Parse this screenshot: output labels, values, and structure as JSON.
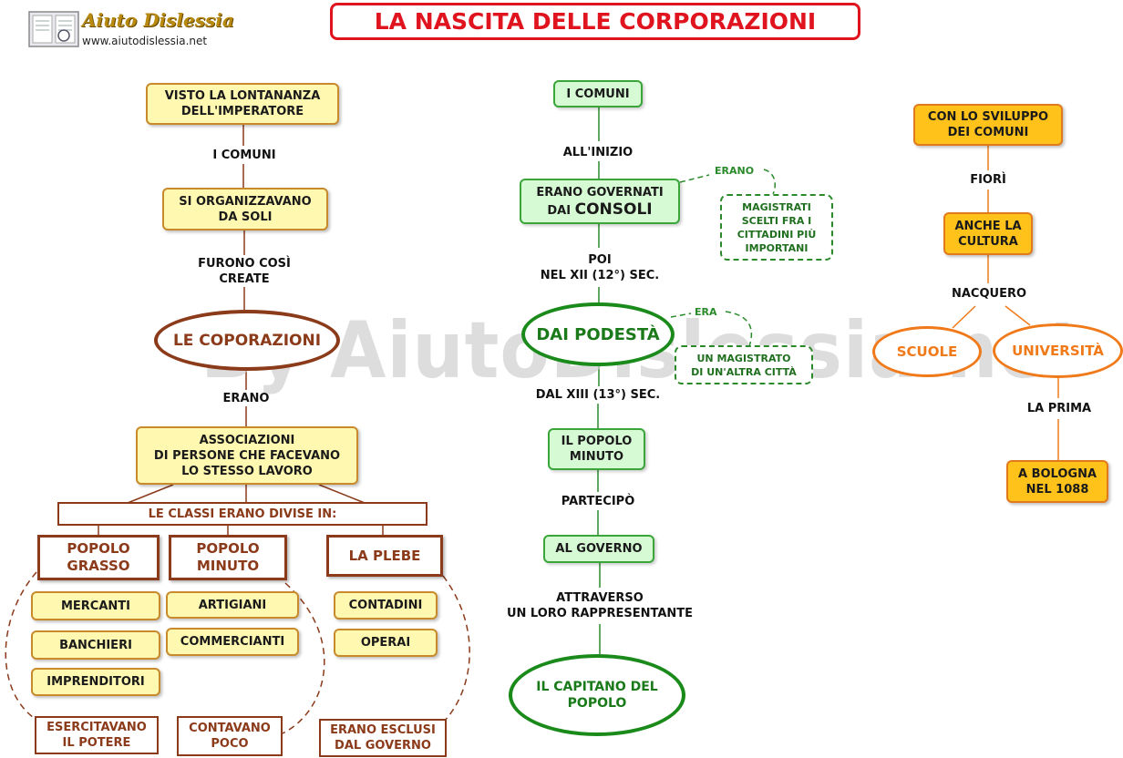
{
  "header": {
    "title": "LA NASCITA DELLE CORPORAZIONI",
    "brand": "Aiuto Dislessia",
    "site": "www.aiutodislessia.net"
  },
  "watermark": "By AiutoDislessia.net",
  "colors": {
    "brown": "#8b3a1a",
    "green": "#1a8a1a",
    "orange": "#f07a1a",
    "title_red": "#e0141e"
  },
  "left": {
    "n1": "VISTO LA LONTANANZA\nDELL'IMPERATORE",
    "l1": "I COMUNI",
    "n2": "SI ORGANIZZAVANO\nDA SOLI",
    "l2": "FURONO COSÌ\nCREATE",
    "main": "LE COPORAZIONI",
    "l3": "ERANO",
    "n3": "ASSOCIAZIONI\nDI PERSONE CHE FACEVANO\nLO STESSO LAVORO",
    "classes": "LE CLASSI ERANO DIVISE IN:",
    "c1": "POPOLO\nGRASSO",
    "c2": "POPOLO\nMINUTO",
    "c3": "LA PLEBE",
    "g1": [
      "MERCANTI",
      "BANCHIERI",
      "IMPRENDITORI"
    ],
    "g2": [
      "ARTIGIANI",
      "COMMERCIANTI"
    ],
    "g3": [
      "CONTADINI",
      "OPERAI"
    ],
    "r1": "ESERCITAVANO\nIL POTERE",
    "r2": "CONTAVANO\nPOCO",
    "r3": "ERANO ESCLUSI\nDAL GOVERNO"
  },
  "middle": {
    "n1": "I COMUNI",
    "l1": "ALL'INIZIO",
    "n2a": "ERANO GOVERNATI",
    "n2b": "DAI",
    "n2c": "CONSOLI",
    "side1_label": "ERANO",
    "side1": "MAGISTRATI\nSCELTI FRA I\nCITTADINI PIÙ\nIMPORTANI",
    "l2": "POI\nNEL XII (12°) SEC.",
    "main": "DAI PODESTÀ",
    "side2_label": "ERA",
    "side2": "UN MAGISTRATO\nDI UN'ALTRA CITTÀ",
    "l3": "DAL XIII (13°) SEC.",
    "n3": "IL POPOLO\nMINUTO",
    "l4": "PARTECIPÒ",
    "n4": "AL GOVERNO",
    "l5": "ATTRAVERSO\nUN LORO RAPPRESENTANTE",
    "end": "IL CAPITANO DEL\nPOPOLO"
  },
  "right": {
    "n1": "CON LO SVILUPPO\nDEI COMUNI",
    "l1": "FIORÌ",
    "n2": "ANCHE LA\nCULTURA",
    "l2": "NACQUERO",
    "e1": "SCUOLE",
    "e2": "UNIVERSITÀ",
    "l3": "LA PRIMA",
    "n3": "A BOLOGNA\nNEL 1088"
  }
}
